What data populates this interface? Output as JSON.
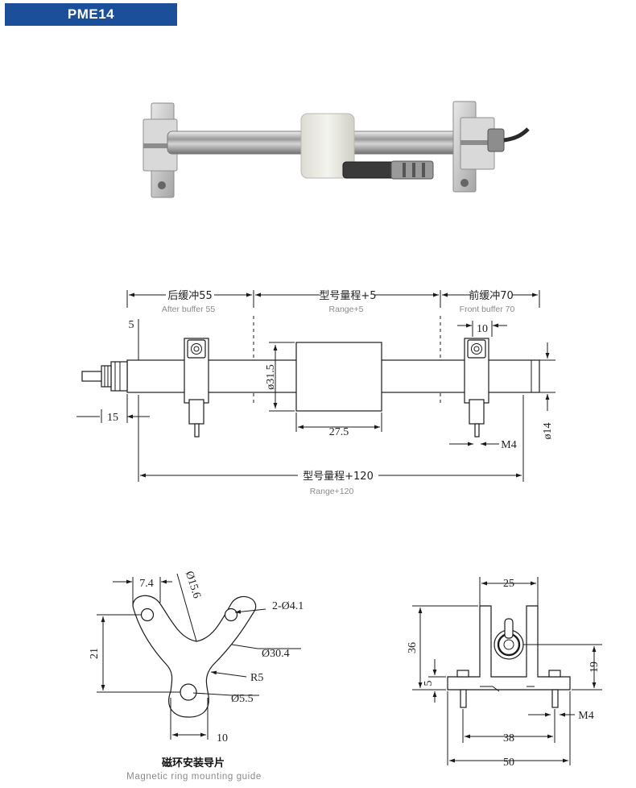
{
  "header": {
    "model": "PME14"
  },
  "main_drawing": {
    "after_buffer_cn": "后缓冲55",
    "after_buffer_en": "After buffer 55",
    "range_cn": "型号量程+5",
    "range_en": "Range+5",
    "front_buffer_cn": "前缓冲70",
    "front_buffer_en": "Front buffer 70",
    "dim_5": "5",
    "dim_10": "10",
    "dim_ring_dia": "ø31.5",
    "dim_ring_len": "27.5",
    "dim_15": "15",
    "dim_m4": "M4",
    "dim_rod_dia": "ø14",
    "total_cn": "型号量程+120",
    "total_en": "Range+120"
  },
  "guide": {
    "dim_7_4": "7.4",
    "dim_15_6": "Ø15.6",
    "dim_holes": "2-Ø4.1",
    "dim_21": "21",
    "dim_30_4": "Ø30.4",
    "dim_r5": "R5",
    "dim_5_5": "Ø5.5",
    "dim_10": "10",
    "caption_cn": "磁环安装导片",
    "caption_en": "Magnetic ring mounting guide"
  },
  "bracket": {
    "dim_25": "25",
    "dim_36": "36",
    "dim_19": "19",
    "dim_5": "5",
    "dim_m4": "M4",
    "dim_38": "38",
    "dim_50": "50"
  }
}
